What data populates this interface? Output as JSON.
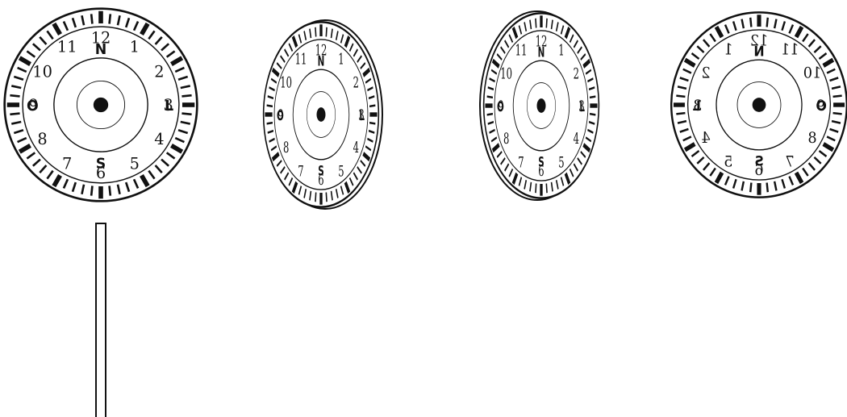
{
  "scene": {
    "dial_hours": [
      "12",
      "1",
      "2",
      "3",
      "4",
      "5",
      "6",
      "7",
      "8",
      "9",
      "10",
      "11"
    ],
    "compass": {
      "N": "N",
      "E": "L",
      "S": "S",
      "W": "O"
    },
    "ink_color": "#111111",
    "background": "#ffffff",
    "views": [
      {
        "name": "front-view",
        "mirrored": false,
        "thickness": "none"
      },
      {
        "name": "oblique-view-right-rim",
        "mirrored": false,
        "thickness": "right"
      },
      {
        "name": "oblique-view-left-rim",
        "mirrored": false,
        "thickness": "left"
      },
      {
        "name": "back-view-mirrored",
        "mirrored": true,
        "thickness": "none"
      }
    ],
    "stand": {
      "name": "vertical-post"
    }
  }
}
